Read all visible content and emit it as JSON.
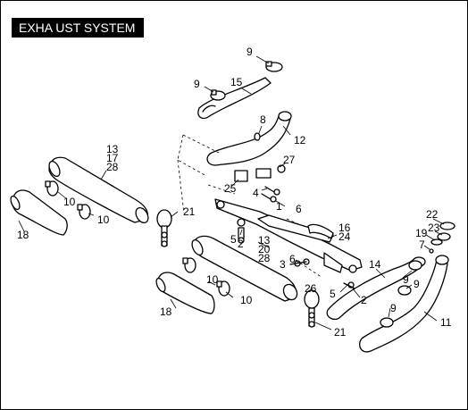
{
  "title": "EXHA UST SYSTEM",
  "callouts": {
    "c9_top": "9",
    "c9_mid": "9",
    "c15": "15",
    "c8": "8",
    "c12": "12",
    "c13_top": "13",
    "c17": "17",
    "c28_top": "28",
    "c27": "27",
    "c25": "25",
    "c4": "4",
    "c1": "1",
    "c6_top": "6",
    "c10_a": "10",
    "c10_b": "10",
    "c21_top": "21",
    "c18_top": "18",
    "c22": "22",
    "c23": "23",
    "c19": "19",
    "c7": "7",
    "c16": "16",
    "c24": "24",
    "c5_left": "5",
    "c2_left": "2",
    "c13_mid": "13",
    "c20": "20",
    "c28_mid": "28",
    "c6_mid": "6",
    "c3": "3",
    "c14": "14",
    "c9_r1": "9",
    "c9_r2": "9",
    "c26": "26",
    "c5_right": "5",
    "c2_right": "2",
    "c10_c": "10",
    "c10_d": "10",
    "c18_bot": "18",
    "c9_r3": "9",
    "c11": "11",
    "c21_bot": "21"
  }
}
